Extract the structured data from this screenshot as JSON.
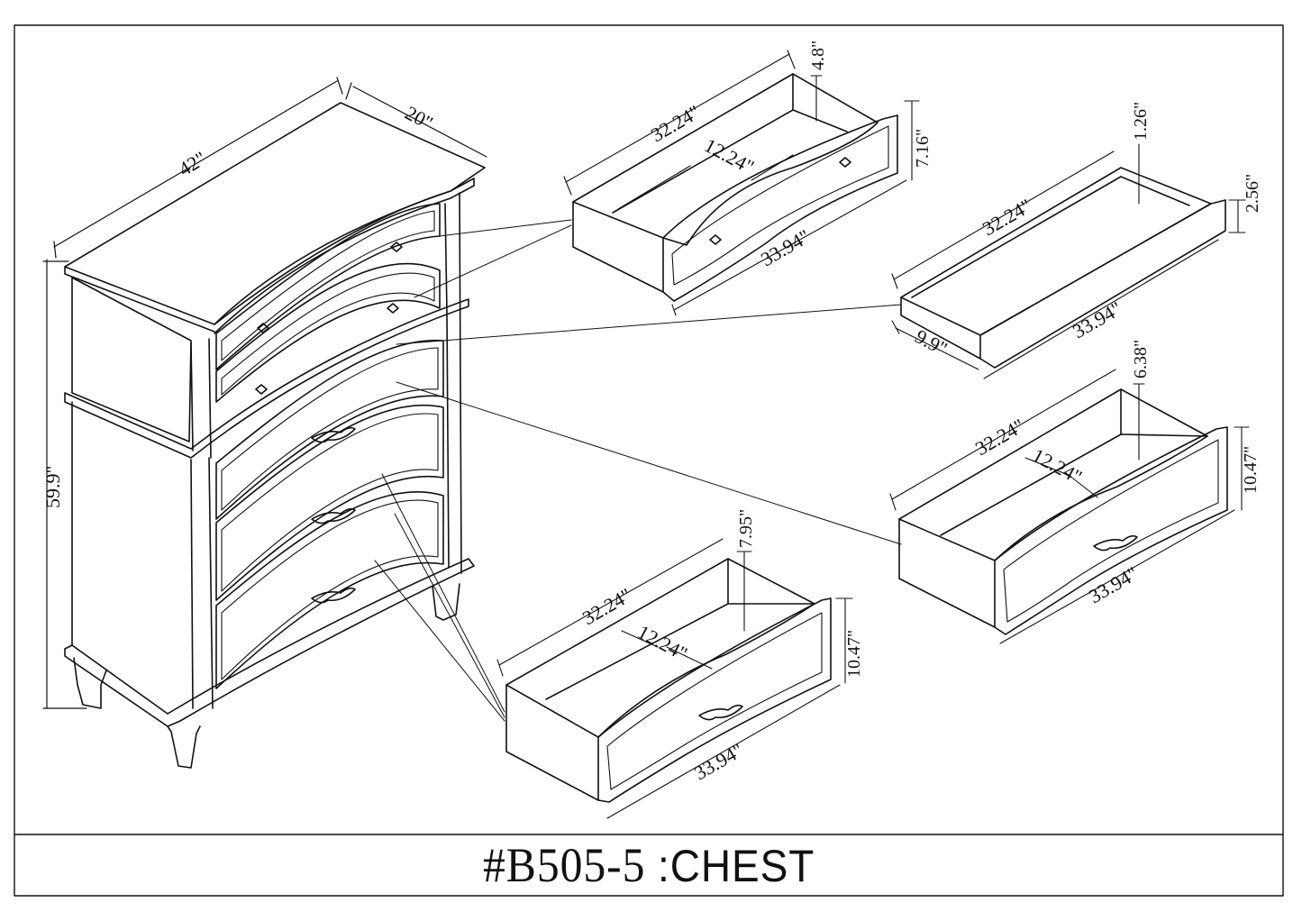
{
  "title": {
    "model": "#B505-5",
    "separator": " :",
    "name": "CHEST"
  },
  "chest": {
    "width": "42\"",
    "depth": "20\"",
    "height": "59.9\""
  },
  "drawer_top": {
    "length": "32.24\"",
    "depth_inner": "12.24\"",
    "front_width": "33.94\"",
    "inner_height": "4.8\"",
    "front_height": "7.16\""
  },
  "drawer_tray": {
    "length": "32.24\"",
    "front_width": "33.94\"",
    "depth": "9.9\"",
    "inner_height": "1.26\"",
    "front_height": "2.56\""
  },
  "drawer_middle": {
    "length": "32.24\"",
    "depth_inner": "12.24\"",
    "front_width": "33.94\"",
    "inner_height": "6.38\"",
    "front_height": "10.47\""
  },
  "drawer_bottom": {
    "length": "32.24\"",
    "depth_inner": "12.24\"",
    "front_width": "33.94\"",
    "inner_height": "7.95\"",
    "front_height": "10.47\""
  }
}
